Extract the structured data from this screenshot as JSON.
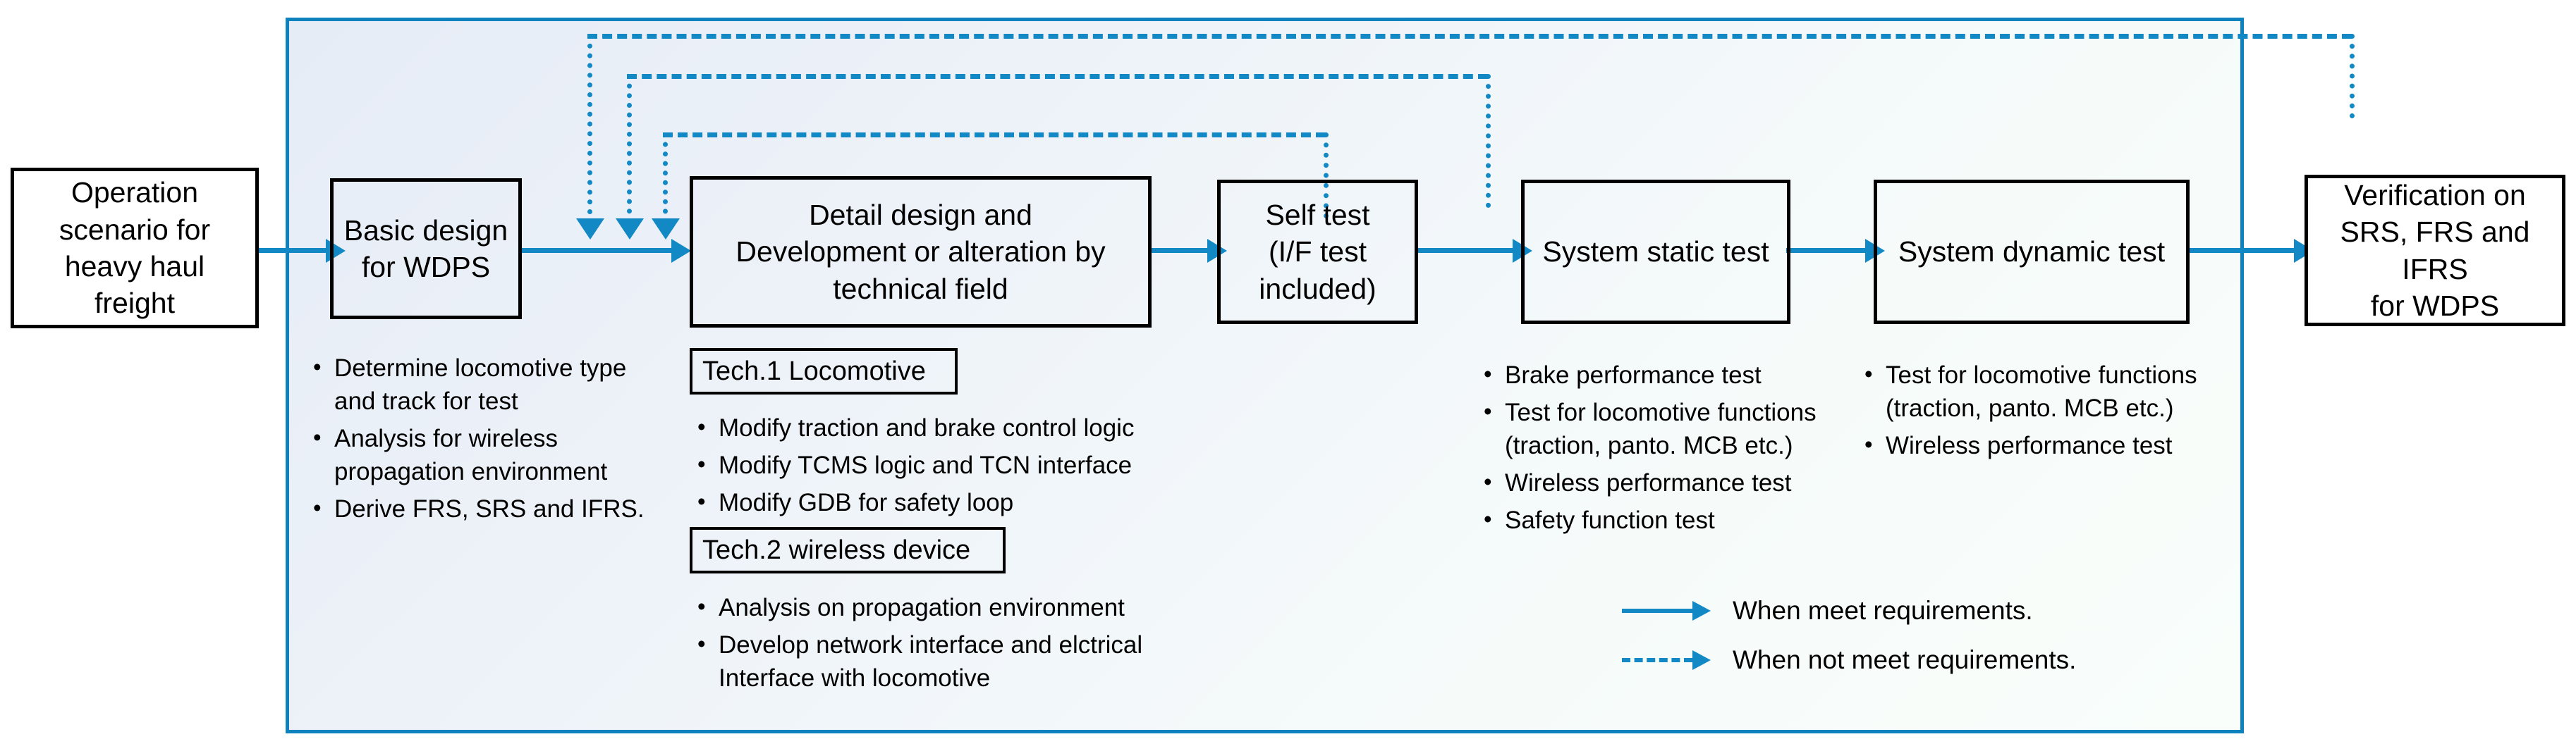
{
  "diagram": {
    "title": "WDPS development and verification process flow",
    "accent_color": "#1289c4",
    "panel_border_color": "#0e82bf",
    "box_border_color": "#000000"
  },
  "stages": [
    {
      "id": "operation-scenario",
      "label": "Operation\nscenario for\nheavy haul\nfreight"
    },
    {
      "id": "basic-design",
      "label": "Basic design\nfor WDPS"
    },
    {
      "id": "detail-design",
      "label": "Detail design and\nDevelopment or alteration by\ntechnical field"
    },
    {
      "id": "self-test",
      "label": "Self test\n(I/F test\nincluded)"
    },
    {
      "id": "system-static-test",
      "label": "System static test"
    },
    {
      "id": "system-dynamic-test",
      "label": "System dynamic test"
    },
    {
      "id": "verification",
      "label": "Verification on\nSRS, FRS and  IFRS\nfor WDPS"
    }
  ],
  "basic_design_bullets": [
    "Determine locomotive type\n  and track for test",
    "Analysis for wireless\n  propagation environment",
    "Derive FRS, SRS and IFRS."
  ],
  "tech_groups": [
    {
      "header": "Tech.1 Locomotive",
      "bullets": [
        "Modify traction and brake control logic",
        "Modify TCMS logic and TCN interface",
        "Modify GDB for safety loop"
      ]
    },
    {
      "header": "Tech.2  wireless device",
      "bullets": [
        "Analysis on propagation environment",
        "Develop network interface and elctrical\n   Interface with locomotive"
      ]
    }
  ],
  "static_test_bullets": [
    "Brake performance test",
    "Test for locomotive functions\n  (traction, panto. MCB etc.)",
    "Wireless performance test",
    "Safety function test"
  ],
  "dynamic_test_bullets": [
    "Test for locomotive functions\n  (traction, panto. MCB etc.)",
    "Wireless performance test"
  ],
  "legend": [
    {
      "style": "solid",
      "label": "When meet requirements."
    },
    {
      "style": "dashed",
      "label": "When not meet requirements."
    }
  ]
}
